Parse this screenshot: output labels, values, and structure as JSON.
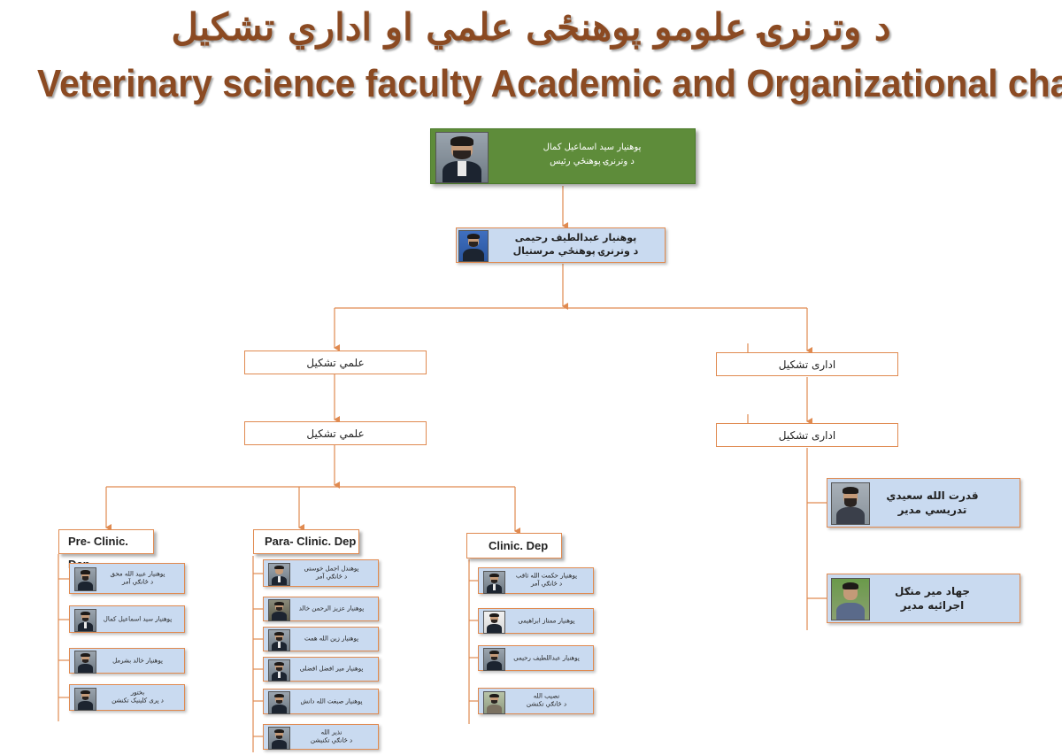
{
  "title_pashto": "د وترنرۍ علومو پوهنځی علمي او اداري تشکیل",
  "title_english": "Veterinary science faculty Academic and Organizational chart",
  "dean": {
    "name": "پوهنیار سید اسماعیل کمال",
    "role": "د وترنرۍ پوهنځي رئیس"
  },
  "deputy": {
    "name": "پوهنیار عبدالطیف رحیمی",
    "role": "د وترنرۍ پوهنځي مرستیال"
  },
  "academic": {
    "label_1": "علمي تشکیل",
    "label_2": "علمي تشکیل"
  },
  "administrative": {
    "label_1": "اداری تشکیل",
    "label_2": "اداری تشکیل",
    "staff": [
      {
        "name": "قدرت الله سعیدي",
        "role": "تدریسي مدیر"
      },
      {
        "name": "جهاد میر منګل",
        "role": "اجرائیه مدیر"
      }
    ]
  },
  "departments": [
    {
      "title": "Pre- Clinic. Dep",
      "members": [
        {
          "line1": "پوهنیار عبید الله محق",
          "line2": "د څانګې آمر"
        },
        {
          "line1": "پوهنیار سید اسماعیل کمال",
          "line2": ""
        },
        {
          "line1": "پوهنیار خالد بشرمل",
          "line2": ""
        },
        {
          "line1": "بختور",
          "line2": "د پری کلینیک تکنشن"
        }
      ]
    },
    {
      "title": "Para- Clinic. Dep",
      "members": [
        {
          "line1": "پوهندل اجمل خوستی",
          "line2": "د څانګې آمر"
        },
        {
          "line1": "پوهنیار عزیز الرحمن خالد",
          "line2": ""
        },
        {
          "line1": "پوهنیار زین الله همت",
          "line2": ""
        },
        {
          "line1": "پوهنیار میر افضل افضلی",
          "line2": ""
        },
        {
          "line1": "پوهنیار صبغت الله دانش",
          "line2": ""
        },
        {
          "line1": "نذیر الله",
          "line2": "د څانګې تکنیشن"
        }
      ]
    },
    {
      "title": "Clinic. Dep",
      "members": [
        {
          "line1": "پوهنیار حکمت الله ثاقب",
          "line2": "د څانګې آمر"
        },
        {
          "line1": "پوهنیار ممتاز ابراهیمی",
          "line2": ""
        },
        {
          "line1": "پوهنیار عبداللطیف رحیمی",
          "line2": ""
        },
        {
          "line1": "نصیب الله",
          "line2": "د څانګې تکنشن"
        }
      ]
    }
  ],
  "colors": {
    "title": "#8B4A22",
    "connector": "#e08a50",
    "box_fill": "#c9daf0",
    "dean_fill": "#5e8c3a"
  }
}
